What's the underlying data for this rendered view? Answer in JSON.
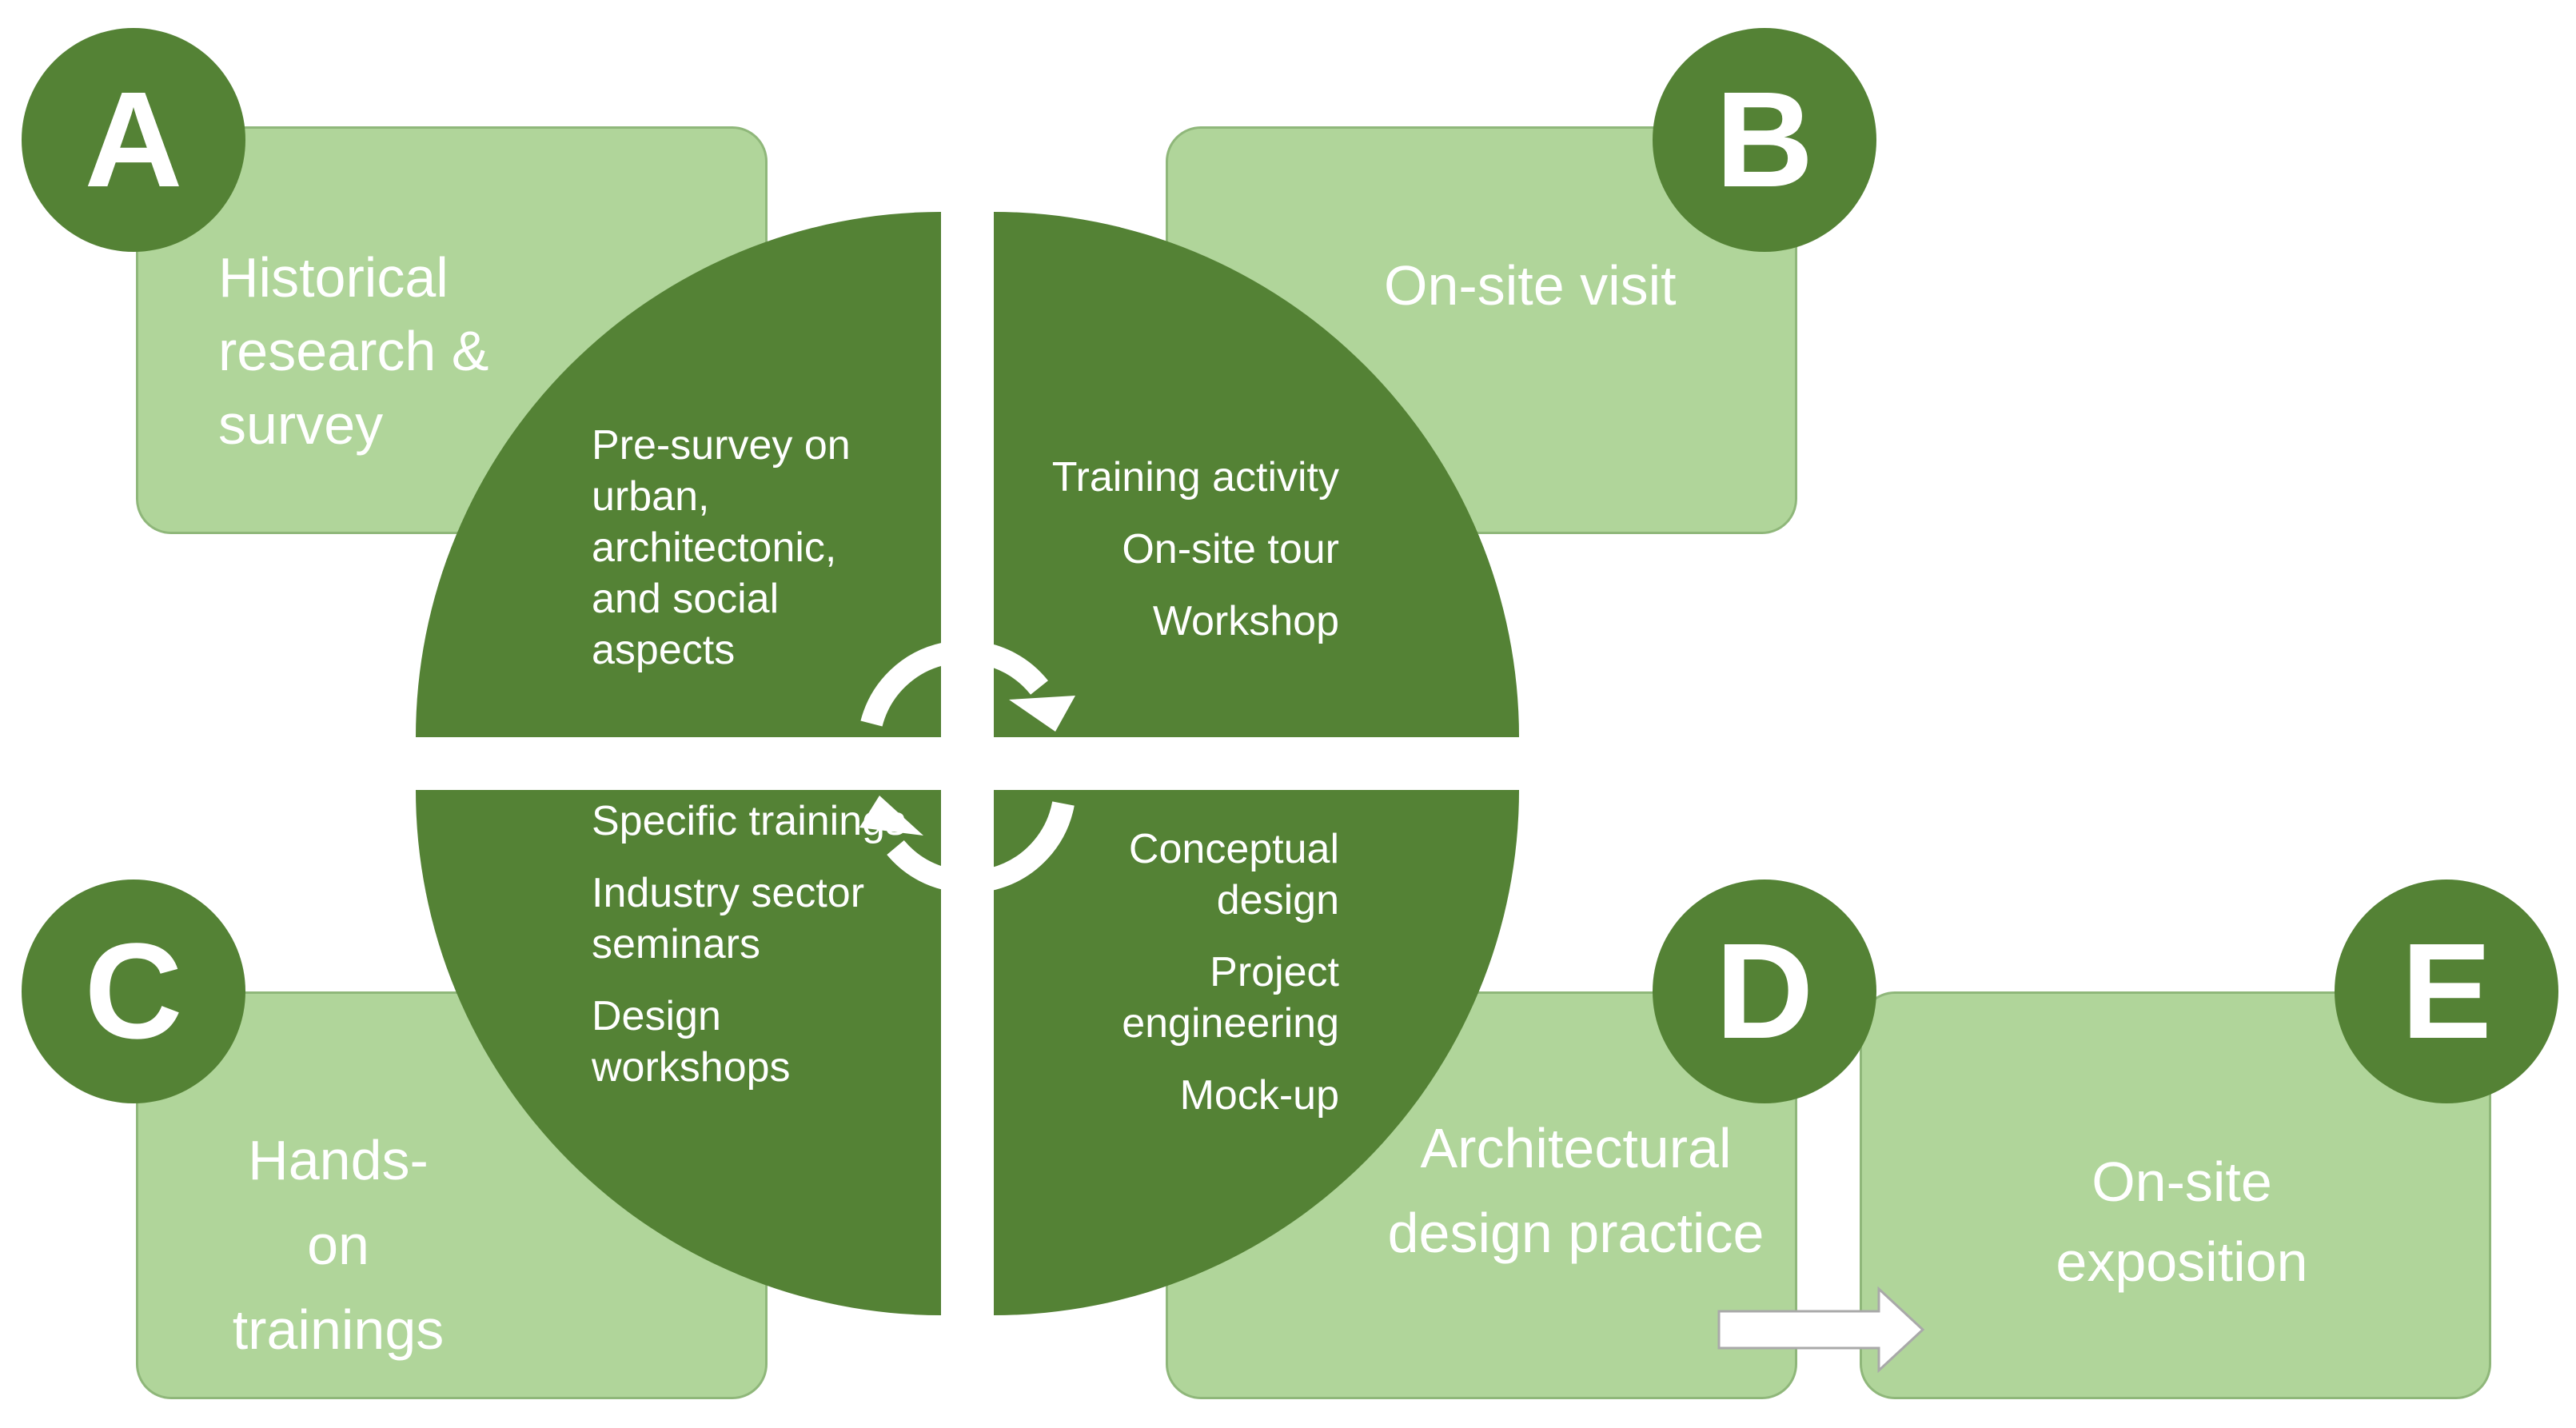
{
  "colors": {
    "dark_green": "#548235",
    "light_green": "#b0d59a",
    "box_border": "#8fb77a",
    "text": "#ffffff"
  },
  "stages": {
    "a": {
      "letter": "A",
      "title": "Historical research & survey"
    },
    "b": {
      "letter": "B",
      "title": "On-site visit"
    },
    "c": {
      "letter": "C",
      "title": "Hands-on trainings"
    },
    "d": {
      "letter": "D",
      "title": "Architectural design practice"
    },
    "e": {
      "letter": "E",
      "title": "On-site exposition"
    }
  },
  "quadrants": {
    "top_left": [
      "Pre-survey  on urban, architectonic, and social aspects"
    ],
    "top_right": [
      "Training activity",
      "On-site tour",
      "Workshop"
    ],
    "bottom_left": [
      "Specific trainings",
      "Industry sector seminars",
      "Design workshops"
    ],
    "bottom_right": [
      "Conceptual design",
      "Project engineering",
      "Mock-up"
    ]
  },
  "icons": {
    "cycle": "circular-arrows-icon",
    "flow": "right-arrow-icon"
  }
}
